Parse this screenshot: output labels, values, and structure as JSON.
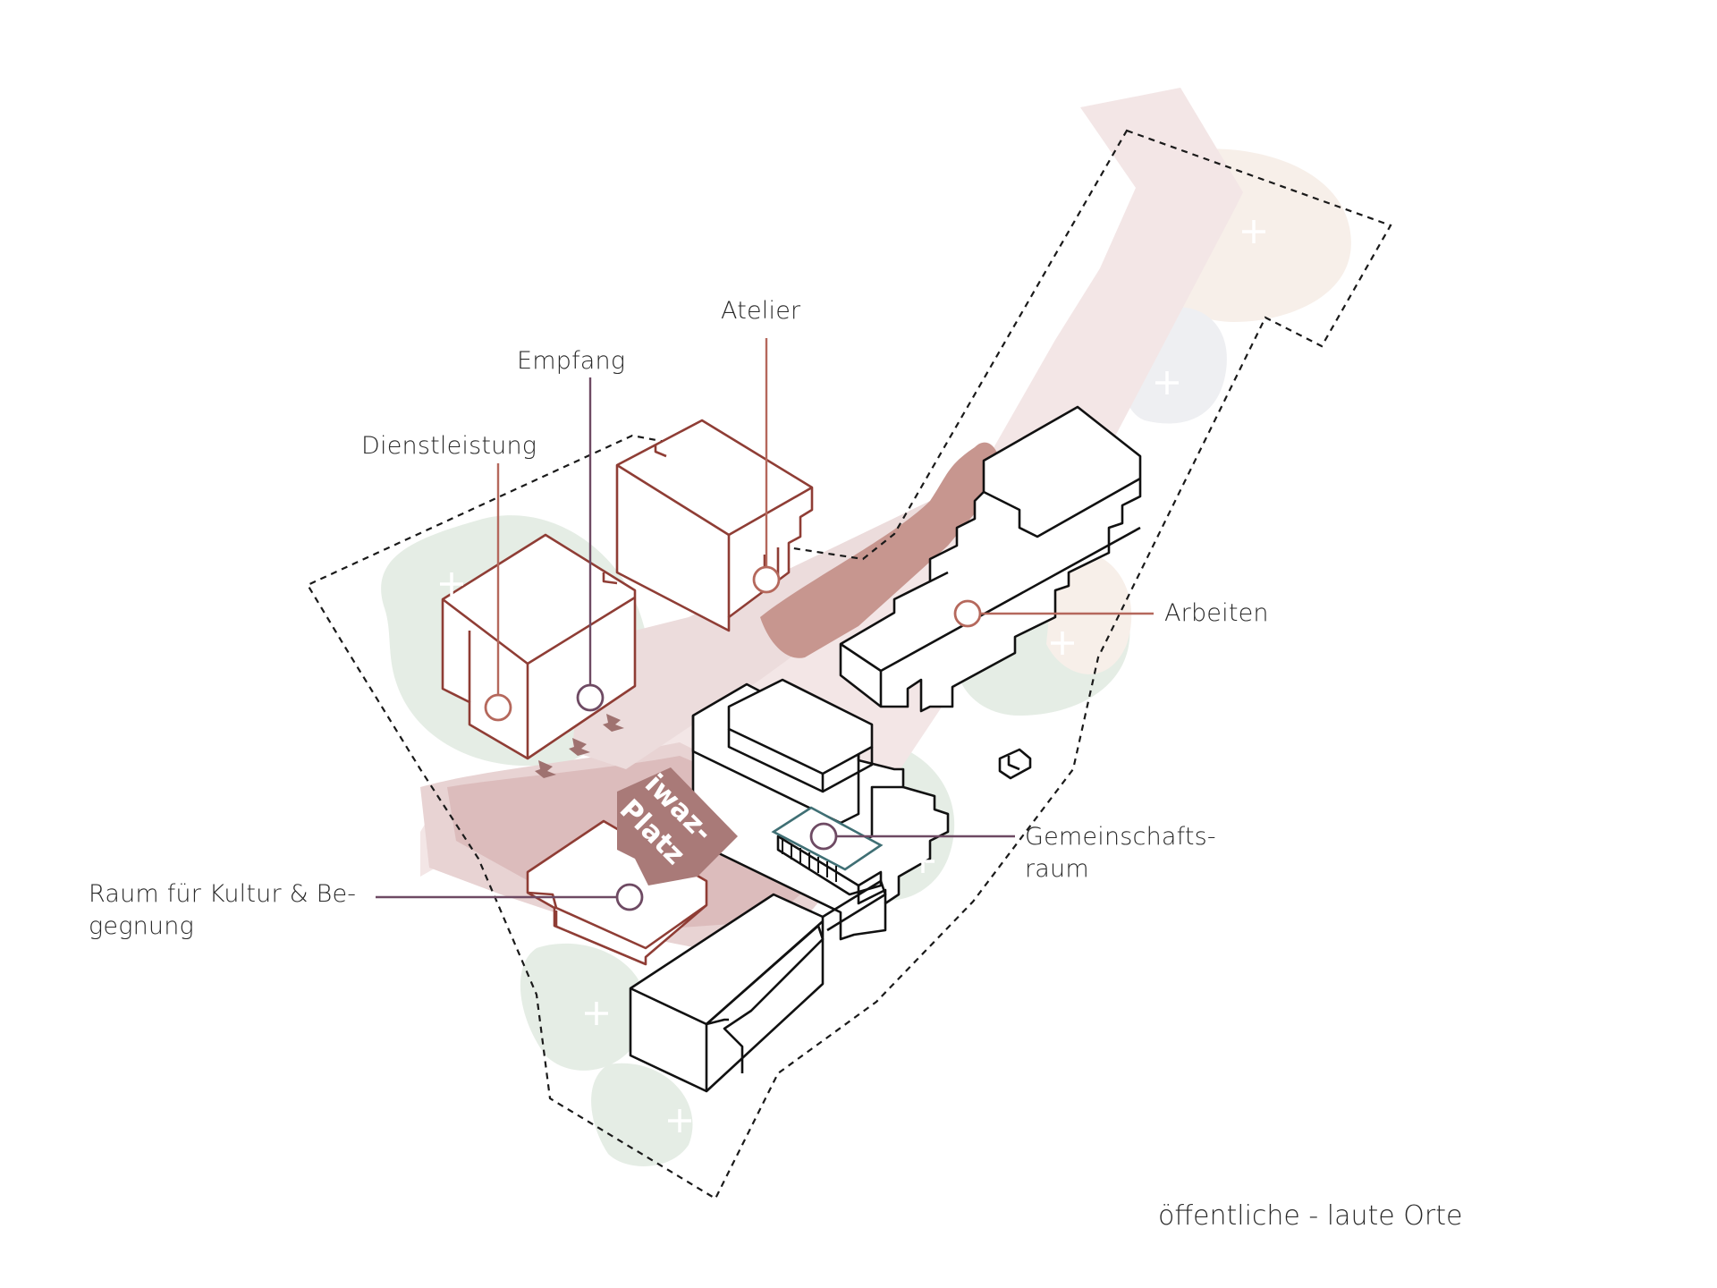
{
  "diagram": {
    "title": "öffentliche - laute Orte",
    "plaza": {
      "line1": "iwaz-",
      "line2": "Platz"
    },
    "labels": {
      "atelier": "Atelier",
      "empfang": "Empfang",
      "dienstleistung": "Dienstleistung",
      "arbeiten": "Arbeiten",
      "gemeinschaft_1": "Gemeinschafts-",
      "gemeinschaft_2": "raum",
      "kultur_1": "Raum für Kultur & Be-",
      "kultur_2": "gegnung"
    },
    "colors": {
      "accent_red": "#b5685c",
      "accent_purple": "#6e4a63",
      "accent_teal": "#3f6f74",
      "plaza_fill": "#a97a78",
      "public_zone": "#dcbcbc",
      "green_zone": "#e4ece4",
      "dashed_boundary": "#1a1a1a",
      "building_outline": "#111111"
    }
  }
}
